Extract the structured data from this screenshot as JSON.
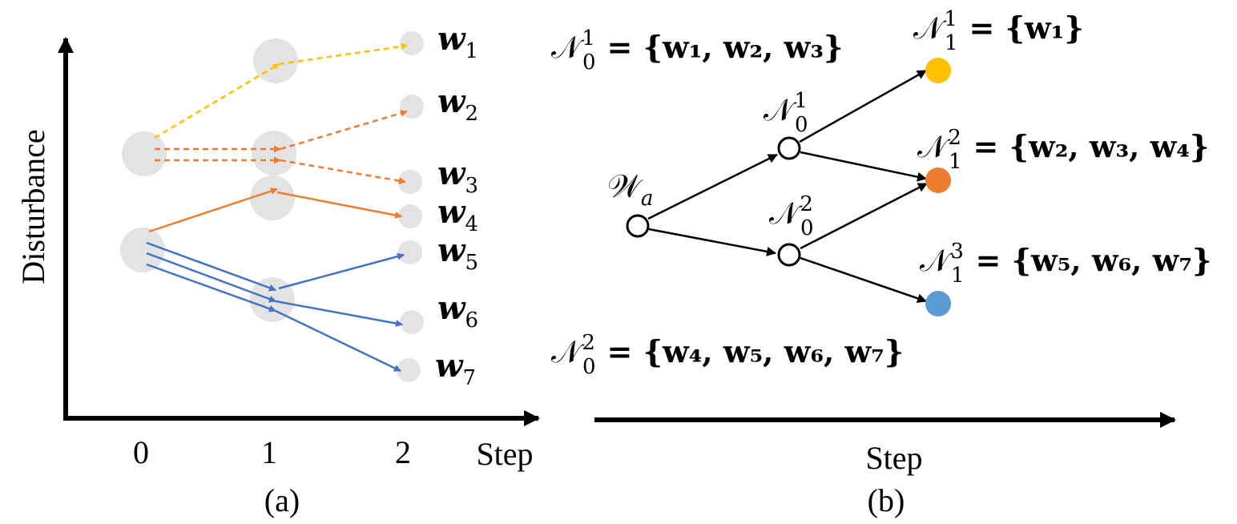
{
  "panel_a": {
    "caption": "(a)",
    "y_axis_label": "Disturbance",
    "x_axis_label": "Step",
    "x_ticks": [
      "0",
      "1",
      "2"
    ],
    "scenario_labels": [
      {
        "base": "w",
        "sub": "1"
      },
      {
        "base": "w",
        "sub": "2"
      },
      {
        "base": "w",
        "sub": "3"
      },
      {
        "base": "w",
        "sub": "4"
      },
      {
        "base": "w",
        "sub": "5"
      },
      {
        "base": "w",
        "sub": "6"
      },
      {
        "base": "w",
        "sub": "7"
      }
    ]
  },
  "panel_b": {
    "caption": "(b)",
    "x_axis_label": "Step",
    "root_label": {
      "base": "𝒲",
      "sub": "a"
    },
    "node_labels": [
      {
        "base": "𝒩",
        "sub": "0",
        "sup": "1"
      },
      {
        "base": "𝒩",
        "sub": "0",
        "sup": "2"
      }
    ],
    "set_eqs": [
      {
        "base": "𝒩",
        "sub": "0",
        "sup": "1",
        "rhs": "= {w₁, w₂, w₃}"
      },
      {
        "base": "𝒩",
        "sub": "0",
        "sup": "2",
        "rhs": "= {w₄, w₅, w₆, w₇}"
      },
      {
        "base": "𝒩",
        "sub": "1",
        "sup": "1",
        "rhs": "= {w₁}"
      },
      {
        "base": "𝒩",
        "sub": "1",
        "sup": "2",
        "rhs": "= {w₂, w₃, w₄}"
      },
      {
        "base": "𝒩",
        "sub": "1",
        "sup": "3",
        "rhs": "= {w₅, w₆, w₇}"
      }
    ]
  },
  "colors": {
    "yellow": "#ffc000",
    "orange": "#ed7d31",
    "blue": "#4472c4",
    "leaf_blue": "#5b9bd5",
    "gray_blob": "#e3e3e3",
    "black": "#000000"
  }
}
